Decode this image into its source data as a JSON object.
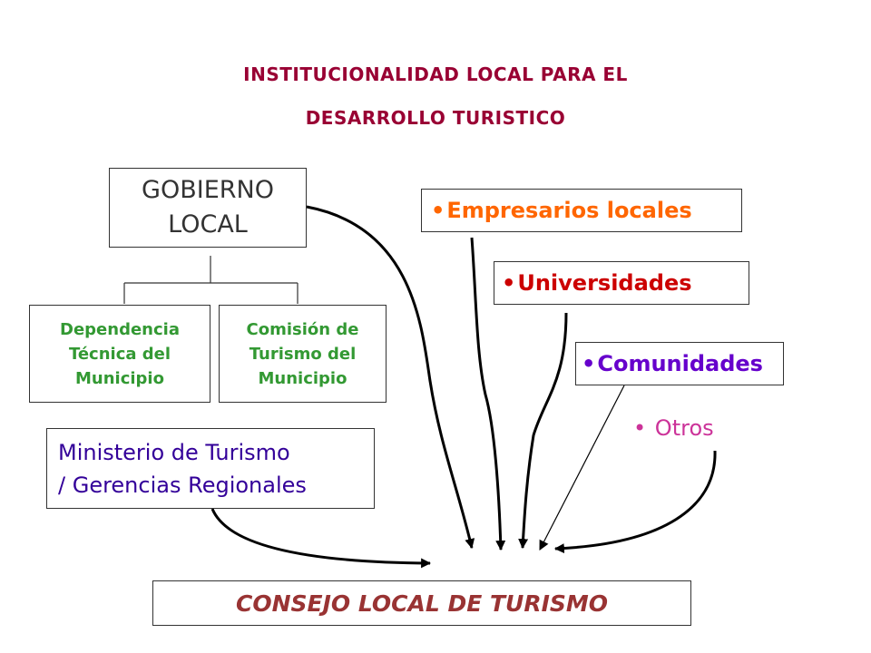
{
  "title": {
    "line1": "INSTITUCIONALIDAD LOCAL PARA EL",
    "line2": "DESARROLLO TURISTICO"
  },
  "nodes": {
    "gobierno": {
      "line1": "GOBIERNO",
      "line2": "LOCAL"
    },
    "dependencia": {
      "line1": "Dependencia",
      "line2": "Técnica del",
      "line3": "Municipio"
    },
    "comision": {
      "line1": "Comisión de",
      "line2": "Turismo del",
      "line3": "Municipio"
    },
    "ministerio": {
      "line1": "Ministerio de Turismo",
      "line2": "/ Gerencias Regionales"
    },
    "empresarios": "Empresarios locales",
    "universidades": "Universidades",
    "comunidades": "Comunidades",
    "otros": "Otros",
    "consejo": "CONSEJO LOCAL DE TURISMO"
  },
  "colors": {
    "title": "#990033",
    "gobierno": "#333333",
    "sub_units": "#339933",
    "ministerio": "#330099",
    "empresarios": "#FF6600",
    "universidades": "#CC0000",
    "comunidades": "#6600CC",
    "otros": "#CC3399",
    "consejo": "#993333"
  }
}
